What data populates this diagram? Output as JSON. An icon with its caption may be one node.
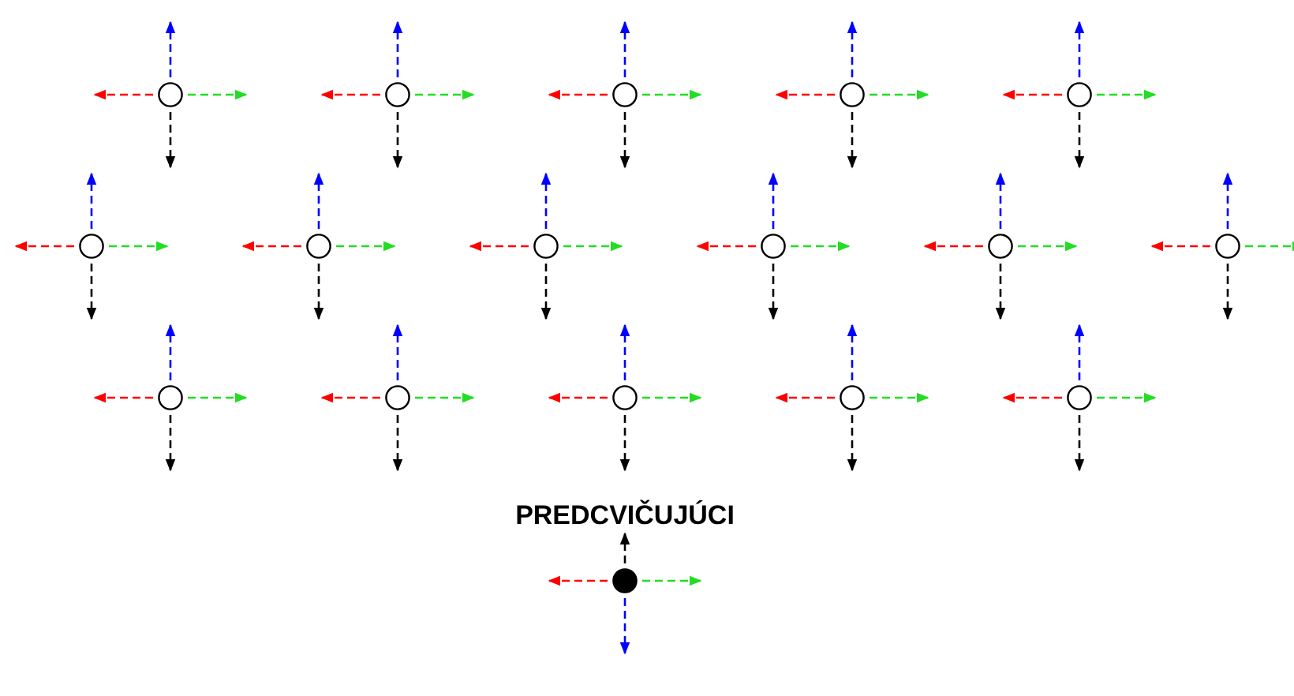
{
  "diagram": {
    "nodes": [
      {
        "text": [],
        "shape": "circle"
      },
      {
        "text": [],
        "shape": "circle"
      },
      {
        "text": [],
        "shape": "circle"
      },
      {
        "text": [],
        "shape": "circle"
      },
      {
        "text": [],
        "shape": "circle"
      },
      {
        "text": [],
        "shape": "circle"
      },
      {
        "text": [],
        "shape": "circle"
      },
      {
        "text": [],
        "shape": "circle"
      },
      {
        "text": [],
        "shape": "circle"
      },
      {
        "text": [],
        "shape": "circle"
      },
      {
        "text": [],
        "shape": "circle"
      },
      {
        "text": [],
        "shape": "circle"
      },
      {
        "text": [],
        "shape": "circle"
      },
      {
        "text": [],
        "shape": "circle"
      },
      {
        "text": [],
        "shape": "circle"
      },
      {
        "text": [],
        "shape": "circle"
      },
      {
        "text": [],
        "shape": "circle"
      }
    ],
    "edges": [],
    "labels": [
      "PREDCVIČUJÚCI"
    ]
  }
}
